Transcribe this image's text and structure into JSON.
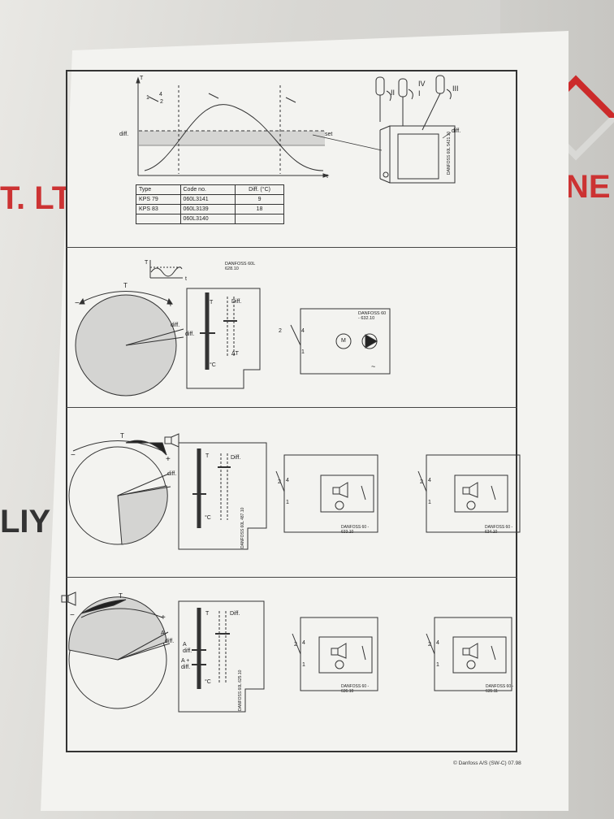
{
  "background": {
    "left_partial_text_1": "T. LT",
    "right_partial_text_1": "NE",
    "left_partial_text_2": "LIY"
  },
  "section1": {
    "graph": {
      "y_axis_label": "T",
      "x_axis_label": "t",
      "diff_label": "diff.",
      "set_label": "set",
      "switch_contact_1": "1",
      "switch_contact_4": "4",
      "switch_contact_2": "2"
    },
    "device": {
      "screw_labels": [
        "II",
        "IV",
        "I",
        "III"
      ],
      "diff_label": "diff.",
      "ref_code": "DANFOSS 60L 5421.10"
    },
    "table": {
      "headers": [
        "Type",
        "Code no.",
        "Diff. (°C)"
      ],
      "rows": [
        {
          "type": "KPS 79",
          "code": "060L3141",
          "diff": "9"
        },
        {
          "type": "KPS 83",
          "code": "060L3139",
          "diff": "18"
        },
        {
          "type": "",
          "code": "060L3140",
          "diff": ""
        }
      ]
    }
  },
  "section2": {
    "mini_graph": {
      "y": "T",
      "x": "t"
    },
    "ref_code_top": "DANFOSS 60L 628.10",
    "dial": {
      "T": "T",
      "minus": "−",
      "plus": "+",
      "diff": "diff."
    },
    "scale": {
      "T": "T",
      "diff": "Diff.",
      "diff_small": "diff.",
      "dT": "ΔT",
      "unit": "°C"
    },
    "circuit": {
      "ref_code": "DANFOSS 60 - 632.10",
      "contact_2": "2",
      "contact_4": "4",
      "contact_1": "1",
      "motor": "M",
      "mains": "~"
    }
  },
  "section3": {
    "dial": {
      "T": "T",
      "minus": "−",
      "plus": "+",
      "diff": "diff."
    },
    "scale": {
      "T": "T",
      "diff": "Diff.",
      "unit": "°C",
      "ref_code": "DANFOSS 60L 487.10"
    },
    "circuit_left": {
      "ref_code": "DANFOSS 60 - 633.10",
      "contact_2": "2",
      "contact_4": "4",
      "contact_1": "1"
    },
    "circuit_right": {
      "ref_code": "DANFOSS 60 - 634.10",
      "contact_2": "2",
      "contact_4": "4",
      "contact_1": "1"
    }
  },
  "section4": {
    "dial": {
      "T": "T",
      "minus": "−",
      "plus": "+",
      "A": "A",
      "diff": "diff."
    },
    "scale": {
      "T": "T",
      "diff": "Diff.",
      "A": "A",
      "diff2": "diff.",
      "A_plus": "A +",
      "diff3": "diff.",
      "unit": "°C",
      "ref_code": "DANFOSS 60L 625.10"
    },
    "circuit_left": {
      "ref_code": "DANFOSS 60 - 636.10",
      "contact_2": "2",
      "contact_4": "4",
      "contact_1": "1"
    },
    "circuit_right": {
      "ref_code": "DANFOSS 60 - 635.11",
      "contact_2": "2",
      "contact_4": "4",
      "contact_1": "1"
    }
  },
  "footer": {
    "copyright": "© Danfoss A/S (SW-C) 07.98"
  }
}
